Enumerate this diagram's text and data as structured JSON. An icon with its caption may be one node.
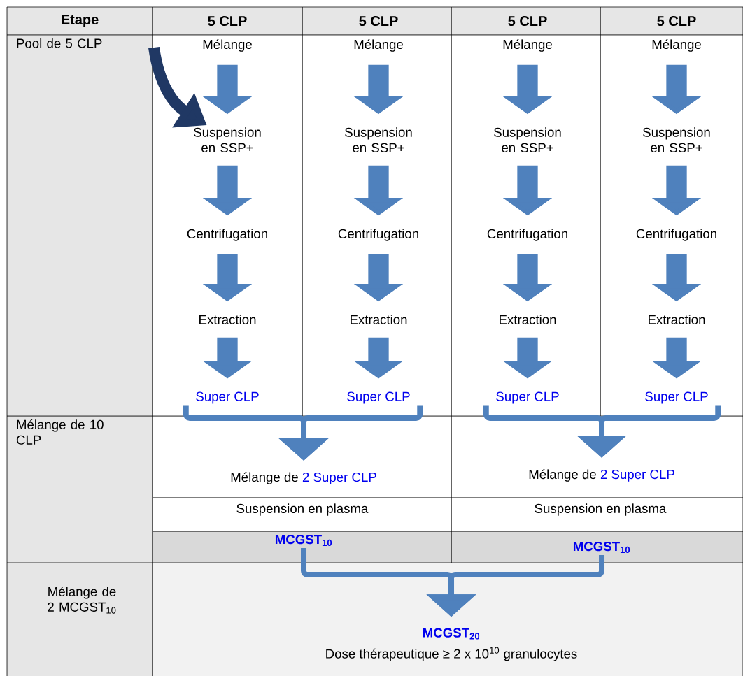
{
  "diagram": {
    "nodes": [
      {
        "text": [
          "Mélange"
        ]
      },
      {
        "text": [
          "Mélange"
        ]
      },
      {
        "text": [
          "Mélange"
        ]
      },
      {
        "text": [
          "Mélange"
        ]
      },
      {
        "text": [
          "Suspension en SSP+"
        ]
      },
      {
        "text": [
          "Suspension en SSP+"
        ]
      },
      {
        "text": [
          "Suspension en SSP+"
        ]
      },
      {
        "text": [
          "Suspension en SSP+"
        ]
      },
      {
        "text": [
          "Centrifugation"
        ]
      },
      {
        "text": [
          "Centrifugation"
        ]
      },
      {
        "text": [
          "Centrifugation"
        ]
      },
      {
        "text": [
          "Centrifugation"
        ]
      },
      {
        "text": [
          "Extraction"
        ]
      },
      {
        "text": [
          "Extraction"
        ]
      },
      {
        "text": [
          "Extraction"
        ]
      },
      {
        "text": [
          "Extraction"
        ]
      },
      {
        "text": [
          "Super CLP"
        ]
      },
      {
        "text": [
          "Super CLP"
        ]
      },
      {
        "text": [
          "Super CLP"
        ]
      },
      {
        "text": [
          "Super CLP"
        ]
      },
      {
        "text": [
          "Mélange de",
          "2 Super CLP"
        ]
      },
      {
        "text": [
          "Mélange de",
          "2 Super CLP"
        ]
      },
      {
        "text": [
          "Suspension en plasma"
        ]
      },
      {
        "text": [
          "Suspension en plasma"
        ]
      },
      {
        "text": [
          "MCGST$_{10}$"
        ]
      },
      {
        "text": [
          "MCGST$_{10}$"
        ]
      },
      {
        "text": [
          "MCGST$_{20}$",
          "Dose thérapeutique ≥ 2 x 10$^{10}$ granulocytes"
        ]
      }
    ],
    "edges": [
      {
        "from": 0,
        "to": 4,
        "arrow": "to"
      },
      {
        "from": 4,
        "to": 8,
        "arrow": "to"
      },
      {
        "from": 8,
        "to": 12,
        "arrow": "to"
      },
      {
        "from": 12,
        "to": 16,
        "arrow": "to"
      },
      {
        "from": 1,
        "to": 5,
        "arrow": "to"
      },
      {
        "from": 5,
        "to": 9,
        "arrow": "to"
      },
      {
        "from": 9,
        "to": 13,
        "arrow": "to"
      },
      {
        "from": 13,
        "to": 17,
        "arrow": "to"
      },
      {
        "from": 2,
        "to": 6,
        "arrow": "to"
      },
      {
        "from": 6,
        "to": 10,
        "arrow": "to"
      },
      {
        "from": 10,
        "to": 14,
        "arrow": "to"
      },
      {
        "from": 14,
        "to": 18,
        "arrow": "to"
      },
      {
        "from": 3,
        "to": 7,
        "arrow": "to"
      },
      {
        "from": 7,
        "to": 11,
        "arrow": "to"
      },
      {
        "from": 11,
        "to": 15,
        "arrow": "to"
      },
      {
        "from": 15,
        "to": 19,
        "arrow": "to"
      },
      {
        "from": 16,
        "to": 20,
        "arrow": "to"
      },
      {
        "from": 17,
        "to": 20,
        "arrow": "to"
      },
      {
        "from": 18,
        "to": 21,
        "arrow": "to"
      },
      {
        "from": 19,
        "to": 21,
        "arrow": "to"
      },
      {
        "from": 24,
        "to": 26,
        "arrow": "to"
      },
      {
        "from": 25,
        "to": 26,
        "arrow": "to"
      },
      {
        "from": null,
        "to": 4,
        "arrow": "to",
        "color": "#203864"
      }
    ],
    "labels": [
      "Etape",
      "5 CLP",
      "5 CLP",
      "5 CLP",
      "5 CLP",
      "Pool de 5 CLP",
      "Mélange de 10 CLP",
      "Mélange de 2 MCGST$_{10}$"
    ]
  }
}
